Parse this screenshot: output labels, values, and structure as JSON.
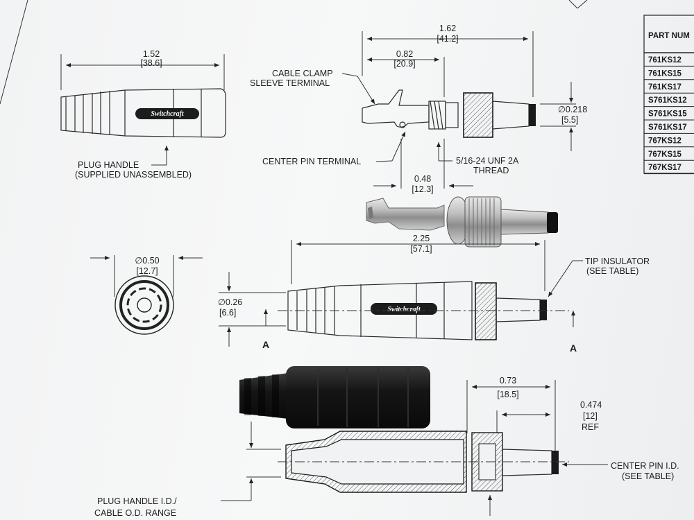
{
  "dimensions": {
    "handle_length": {
      "in": "1.52",
      "mm": "[38.6]"
    },
    "overall_length": {
      "in": "1.62",
      "mm": "[41.2]"
    },
    "terminal_length": {
      "in": "0.82",
      "mm": "[20.9]"
    },
    "pin_offset": {
      "in": "0.48",
      "mm": "[12.3]"
    },
    "tip_diameter": {
      "in": "∅0.218",
      "mm": "[5.5]"
    },
    "handle_diameter": {
      "in": "∅0.50",
      "mm": "[12.7]"
    },
    "assembled_length": {
      "in": "2.25",
      "mm": "[57.1]"
    },
    "min_diameter": {
      "in": "∅0.26",
      "mm": "[6.6]"
    },
    "nut_length": {
      "in": "0.73",
      "mm": "[18.5]"
    },
    "ref_length": {
      "in": "0.474",
      "mm": "[12]",
      "note": "REF"
    }
  },
  "labels": {
    "cable_clamp_1": "CABLE CLAMP",
    "cable_clamp_2": "SLEEVE TERMINAL",
    "plug_handle_1": "PLUG HANDLE",
    "plug_handle_2": "(SUPPLIED UNASSEMBLED)",
    "center_pin_terminal": "CENTER PIN TERMINAL",
    "thread_1": "5/16-24 UNF 2A",
    "thread_2": "THREAD",
    "tip_insulator_1": "TIP INSULATOR",
    "tip_insulator_2": "(SEE TABLE)",
    "center_pin_id_1": "CENTER PIN I.D.",
    "center_pin_id_2": "(SEE TABLE)",
    "handle_id_1": "PLUG HANDLE I.D./",
    "handle_id_2": "CABLE O.D. RANGE",
    "section_left": "A",
    "section_right": "A",
    "brand_top": "Switchcraft",
    "brand_mid": "Switchcraft"
  },
  "part_table": {
    "header": "PART NUM",
    "rows": [
      "761KS12",
      "761KS15",
      "761KS17",
      "S761KS12",
      "S761KS15",
      "S761KS17",
      "767KS12",
      "767KS15",
      "767KS17"
    ]
  }
}
